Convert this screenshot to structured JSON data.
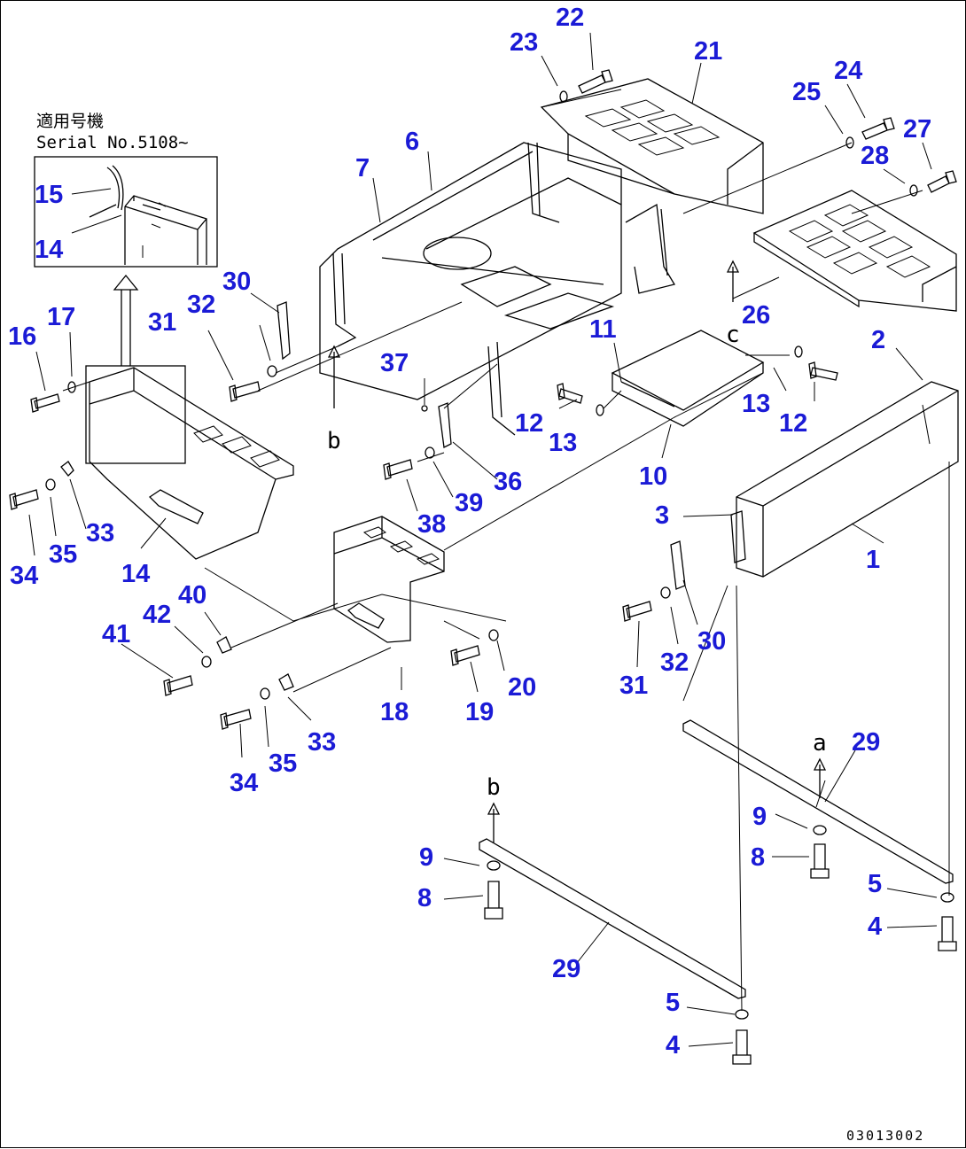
{
  "inset": {
    "line1": "適用号機",
    "line2": "Serial No.5108~"
  },
  "view_letters": {
    "a": "a",
    "b": "b",
    "c": "c"
  },
  "document_id": "03013002",
  "callouts": [
    {
      "id": "c22",
      "label": "22"
    },
    {
      "id": "c23",
      "label": "23"
    },
    {
      "id": "c21",
      "label": "21"
    },
    {
      "id": "c24",
      "label": "24"
    },
    {
      "id": "c25",
      "label": "25"
    },
    {
      "id": "c27",
      "label": "27"
    },
    {
      "id": "c28",
      "label": "28"
    },
    {
      "id": "c6",
      "label": "6"
    },
    {
      "id": "c7",
      "label": "7"
    },
    {
      "id": "c15",
      "label": "15"
    },
    {
      "id": "c14a",
      "label": "14"
    },
    {
      "id": "c30a",
      "label": "30"
    },
    {
      "id": "c32a",
      "label": "32"
    },
    {
      "id": "c31a",
      "label": "31"
    },
    {
      "id": "c16",
      "label": "16"
    },
    {
      "id": "c17",
      "label": "17"
    },
    {
      "id": "c26",
      "label": "26"
    },
    {
      "id": "c2",
      "label": "2"
    },
    {
      "id": "c11",
      "label": "11"
    },
    {
      "id": "c37",
      "label": "37"
    },
    {
      "id": "c13a",
      "label": "13"
    },
    {
      "id": "c12a",
      "label": "12"
    },
    {
      "id": "c13b",
      "label": "13"
    },
    {
      "id": "c12b",
      "label": "12"
    },
    {
      "id": "c36",
      "label": "36"
    },
    {
      "id": "c10",
      "label": "10"
    },
    {
      "id": "c39",
      "label": "39"
    },
    {
      "id": "c38",
      "label": "38"
    },
    {
      "id": "c3",
      "label": "3"
    },
    {
      "id": "c1",
      "label": "1"
    },
    {
      "id": "c33a",
      "label": "33"
    },
    {
      "id": "c35a",
      "label": "35"
    },
    {
      "id": "c34a",
      "label": "34"
    },
    {
      "id": "c14b",
      "label": "14"
    },
    {
      "id": "c40",
      "label": "40"
    },
    {
      "id": "c42",
      "label": "42"
    },
    {
      "id": "c41",
      "label": "41"
    },
    {
      "id": "c30b",
      "label": "30"
    },
    {
      "id": "c32b",
      "label": "32"
    },
    {
      "id": "c31b",
      "label": "31"
    },
    {
      "id": "c20",
      "label": "20"
    },
    {
      "id": "c19",
      "label": "19"
    },
    {
      "id": "c18",
      "label": "18"
    },
    {
      "id": "c33b",
      "label": "33"
    },
    {
      "id": "c35b",
      "label": "35"
    },
    {
      "id": "c34b",
      "label": "34"
    },
    {
      "id": "c29a",
      "label": "29"
    },
    {
      "id": "c9a",
      "label": "9"
    },
    {
      "id": "c8a",
      "label": "8"
    },
    {
      "id": "c5a",
      "label": "5"
    },
    {
      "id": "c4a",
      "label": "4"
    },
    {
      "id": "c9b",
      "label": "9"
    },
    {
      "id": "c8b",
      "label": "8"
    },
    {
      "id": "c29b",
      "label": "29"
    },
    {
      "id": "c5b",
      "label": "5"
    },
    {
      "id": "c4b",
      "label": "4"
    }
  ]
}
